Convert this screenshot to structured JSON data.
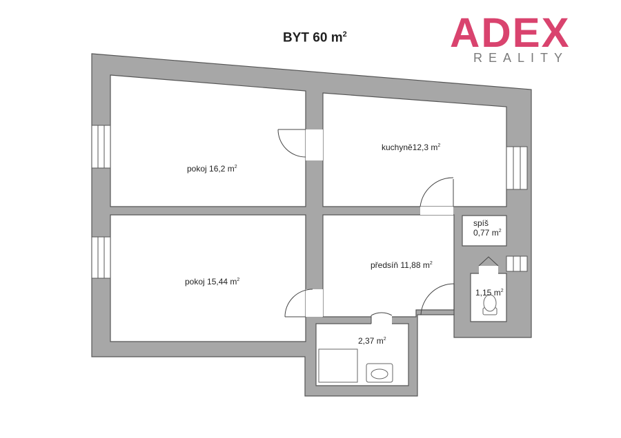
{
  "title": {
    "text": "BYT 60 m",
    "sup": "2"
  },
  "logo": {
    "word": "ADEX",
    "sub": "REALITY",
    "color": "#d9436e"
  },
  "colors": {
    "wall": "#a7a7a7",
    "wall_stroke": "#555555",
    "floor": "#ffffff"
  },
  "rooms": [
    {
      "key": "room1",
      "label": "pokoj 16,2 m",
      "sup": "2"
    },
    {
      "key": "kitchen",
      "label": "kuchyně12,3 m",
      "sup": "2"
    },
    {
      "key": "room2",
      "label": "pokoj 15,44 m",
      "sup": "2"
    },
    {
      "key": "hall",
      "label": "předsíň 11,88 m",
      "sup": "2"
    },
    {
      "key": "pantry_name",
      "label": "spíš",
      "sup": ""
    },
    {
      "key": "pantry",
      "label": "0,77 m",
      "sup": "2"
    },
    {
      "key": "wc",
      "label": "1,15  m",
      "sup": "2"
    },
    {
      "key": "bath",
      "label": "2,37 m",
      "sup": "2"
    }
  ]
}
